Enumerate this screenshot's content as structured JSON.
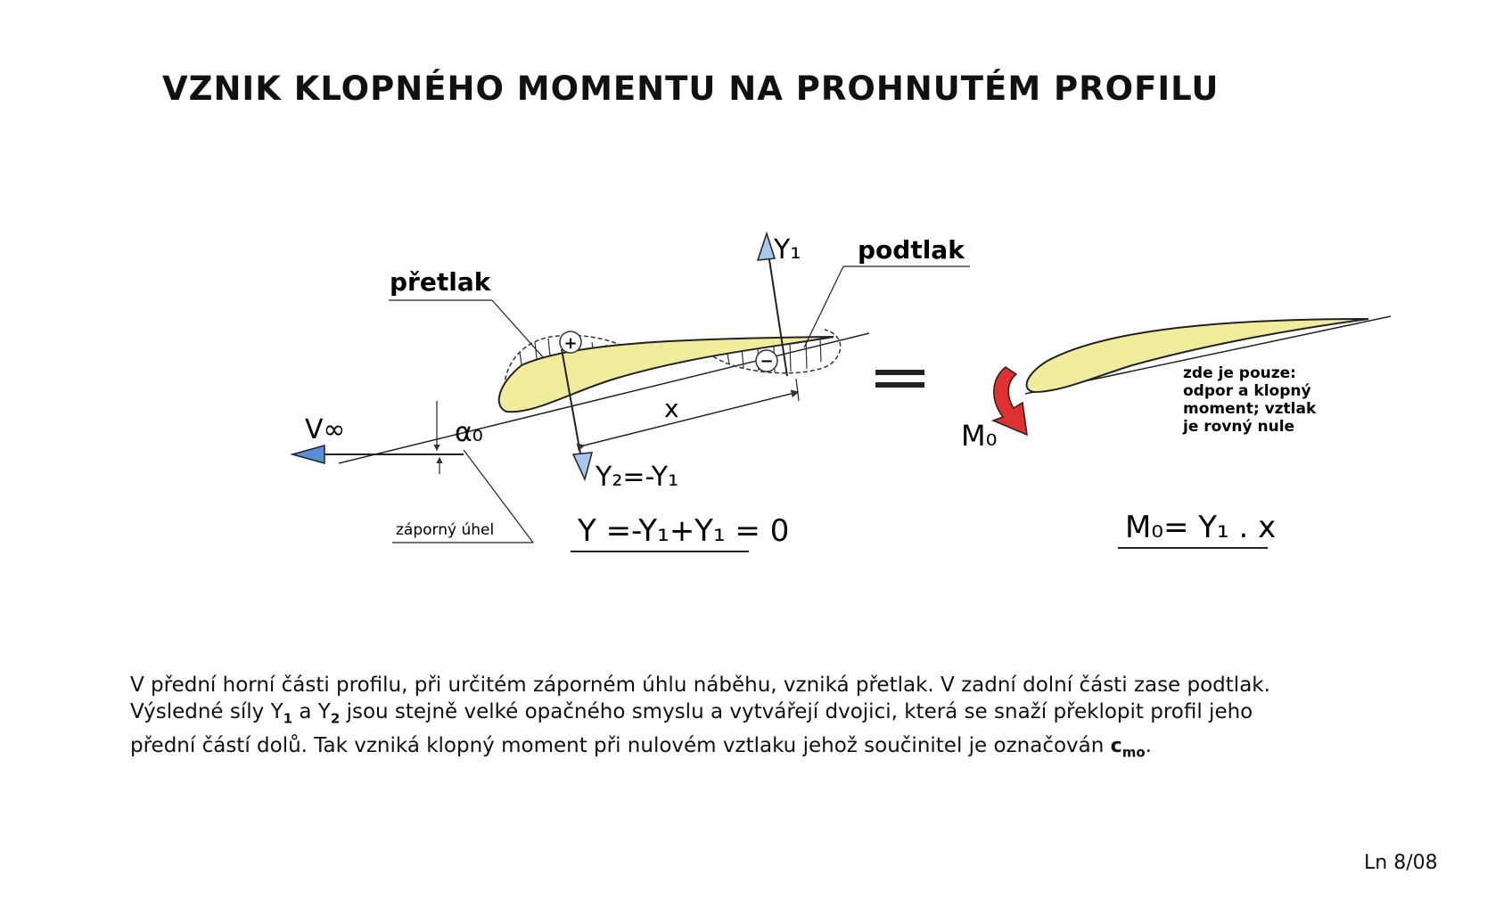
{
  "title": "VZNIK KLOPNÉHO  MOMENTU NA PROHNUTÉM PROFILU",
  "diagram": {
    "label_pretlak": "přetlak",
    "label_podtlak": "podtlak",
    "label_zaporny_uhel": "záporný úhel",
    "label_v_inf": "V∞",
    "label_alpha0": "α₀",
    "label_x": "x",
    "label_y1": "Y₁",
    "label_y2": "Y₂=-Y₁",
    "label_plus": "+",
    "label_minus": "−",
    "equation_left": "Y =-Y₁+Y₁ = 0",
    "label_m0": "M₀",
    "equation_right": "M₀= Y₁ . x",
    "note_lines": [
      "zde je pouze:",
      "odpor a klopný",
      "moment; vztlak",
      "je rovný nule"
    ]
  },
  "paragraph": {
    "line1": "V přední horní části profilu, při určitém záporném úhlu náběhu, vzniká přetlak. V zadní dolní části zase podtlak.",
    "line2_a": "Výsledné síly Y",
    "line2_sub1": "1",
    "line2_b": "  a  Y",
    "line2_sub2": "2",
    "line2_c": " jsou stejně velké opačného smyslu a vytvářejí dvojici, která se snaží překlopit profil jeho",
    "line3_a": "přední částí dolů. Tak vzniká klopný moment při nulovém vztlaku jehož součinitel je označován ",
    "line3_c": "c",
    "line3_sub": "mo",
    "line3_end": "."
  },
  "page_number": "Ln 8/08",
  "colors": {
    "airfoil_fill": "#f0ec9c",
    "arrow_blue": "#5a8fd8",
    "moment_red": "#e03030",
    "ink": "#111111"
  }
}
